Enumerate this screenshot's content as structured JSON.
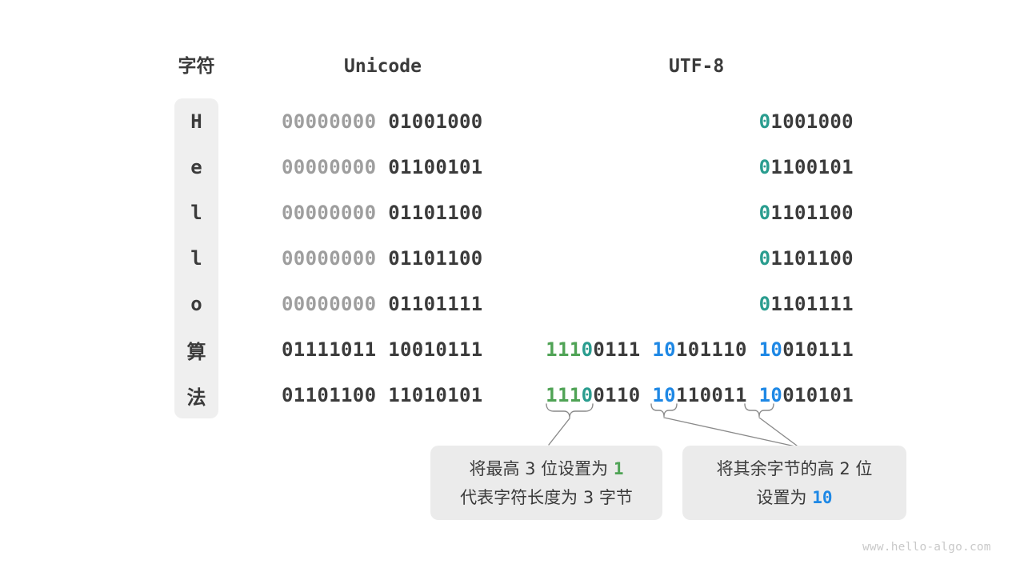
{
  "palette": {
    "dark": "#3b3b3b",
    "gray": "#9e9e9e",
    "green": "#4fa355",
    "teal": "#2a9d8f",
    "blue": "#1e88e5",
    "boxbg": "#ebebeb",
    "colbg": "#efefef",
    "line": "#8a8a8a",
    "mark": "#c9c9c9"
  },
  "header": {
    "char_label": "字符",
    "unicode_label": "Unicode",
    "utf8_label": "UTF-8"
  },
  "rows": [
    {
      "char": "H",
      "unicode": [
        {
          "t": "00000000",
          "c": "gray"
        },
        {
          "t": " 01001000",
          "c": "dark"
        }
      ],
      "utf8": [
        {
          "t": "0",
          "c": "teal"
        },
        {
          "t": "1001000",
          "c": "dark"
        }
      ]
    },
    {
      "char": "e",
      "unicode": [
        {
          "t": "00000000",
          "c": "gray"
        },
        {
          "t": " 01100101",
          "c": "dark"
        }
      ],
      "utf8": [
        {
          "t": "0",
          "c": "teal"
        },
        {
          "t": "1100101",
          "c": "dark"
        }
      ]
    },
    {
      "char": "l",
      "unicode": [
        {
          "t": "00000000",
          "c": "gray"
        },
        {
          "t": " 01101100",
          "c": "dark"
        }
      ],
      "utf8": [
        {
          "t": "0",
          "c": "teal"
        },
        {
          "t": "1101100",
          "c": "dark"
        }
      ]
    },
    {
      "char": "l",
      "unicode": [
        {
          "t": "00000000",
          "c": "gray"
        },
        {
          "t": " 01101100",
          "c": "dark"
        }
      ],
      "utf8": [
        {
          "t": "0",
          "c": "teal"
        },
        {
          "t": "1101100",
          "c": "dark"
        }
      ]
    },
    {
      "char": "o",
      "unicode": [
        {
          "t": "00000000",
          "c": "gray"
        },
        {
          "t": " 01101111",
          "c": "dark"
        }
      ],
      "utf8": [
        {
          "t": "0",
          "c": "teal"
        },
        {
          "t": "1101111",
          "c": "dark"
        }
      ]
    },
    {
      "char": "算",
      "unicode": [
        {
          "t": "01111011 10010111",
          "c": "dark"
        }
      ],
      "utf8": [
        {
          "t": "111",
          "c": "green"
        },
        {
          "t": "0",
          "c": "teal"
        },
        {
          "t": "0111 ",
          "c": "dark"
        },
        {
          "t": "10",
          "c": "blue"
        },
        {
          "t": "101110 ",
          "c": "dark"
        },
        {
          "t": "10",
          "c": "blue"
        },
        {
          "t": "010111",
          "c": "dark"
        }
      ]
    },
    {
      "char": "法",
      "unicode": [
        {
          "t": "01101100 11010101",
          "c": "dark"
        }
      ],
      "utf8": [
        {
          "t": "111",
          "c": "green"
        },
        {
          "t": "0",
          "c": "teal"
        },
        {
          "t": "0110 ",
          "c": "dark"
        },
        {
          "t": "10",
          "c": "blue"
        },
        {
          "t": "110011 ",
          "c": "dark"
        },
        {
          "t": "10",
          "c": "blue"
        },
        {
          "t": "010101",
          "c": "dark"
        }
      ]
    }
  ],
  "callouts": {
    "left": {
      "line1": [
        {
          "t": "将最高 3 位设置为 ",
          "c": "dark"
        },
        {
          "t": "1",
          "c": "green"
        }
      ],
      "line2": [
        {
          "t": "代表字符长度为 3 字节",
          "c": "dark"
        }
      ]
    },
    "right": {
      "line1": [
        {
          "t": "将其余字节的高 2 位",
          "c": "dark"
        }
      ],
      "line2": [
        {
          "t": "设置为 ",
          "c": "dark"
        },
        {
          "t": "10",
          "c": "blue"
        }
      ]
    }
  },
  "watermark": "www.hello-algo.com"
}
